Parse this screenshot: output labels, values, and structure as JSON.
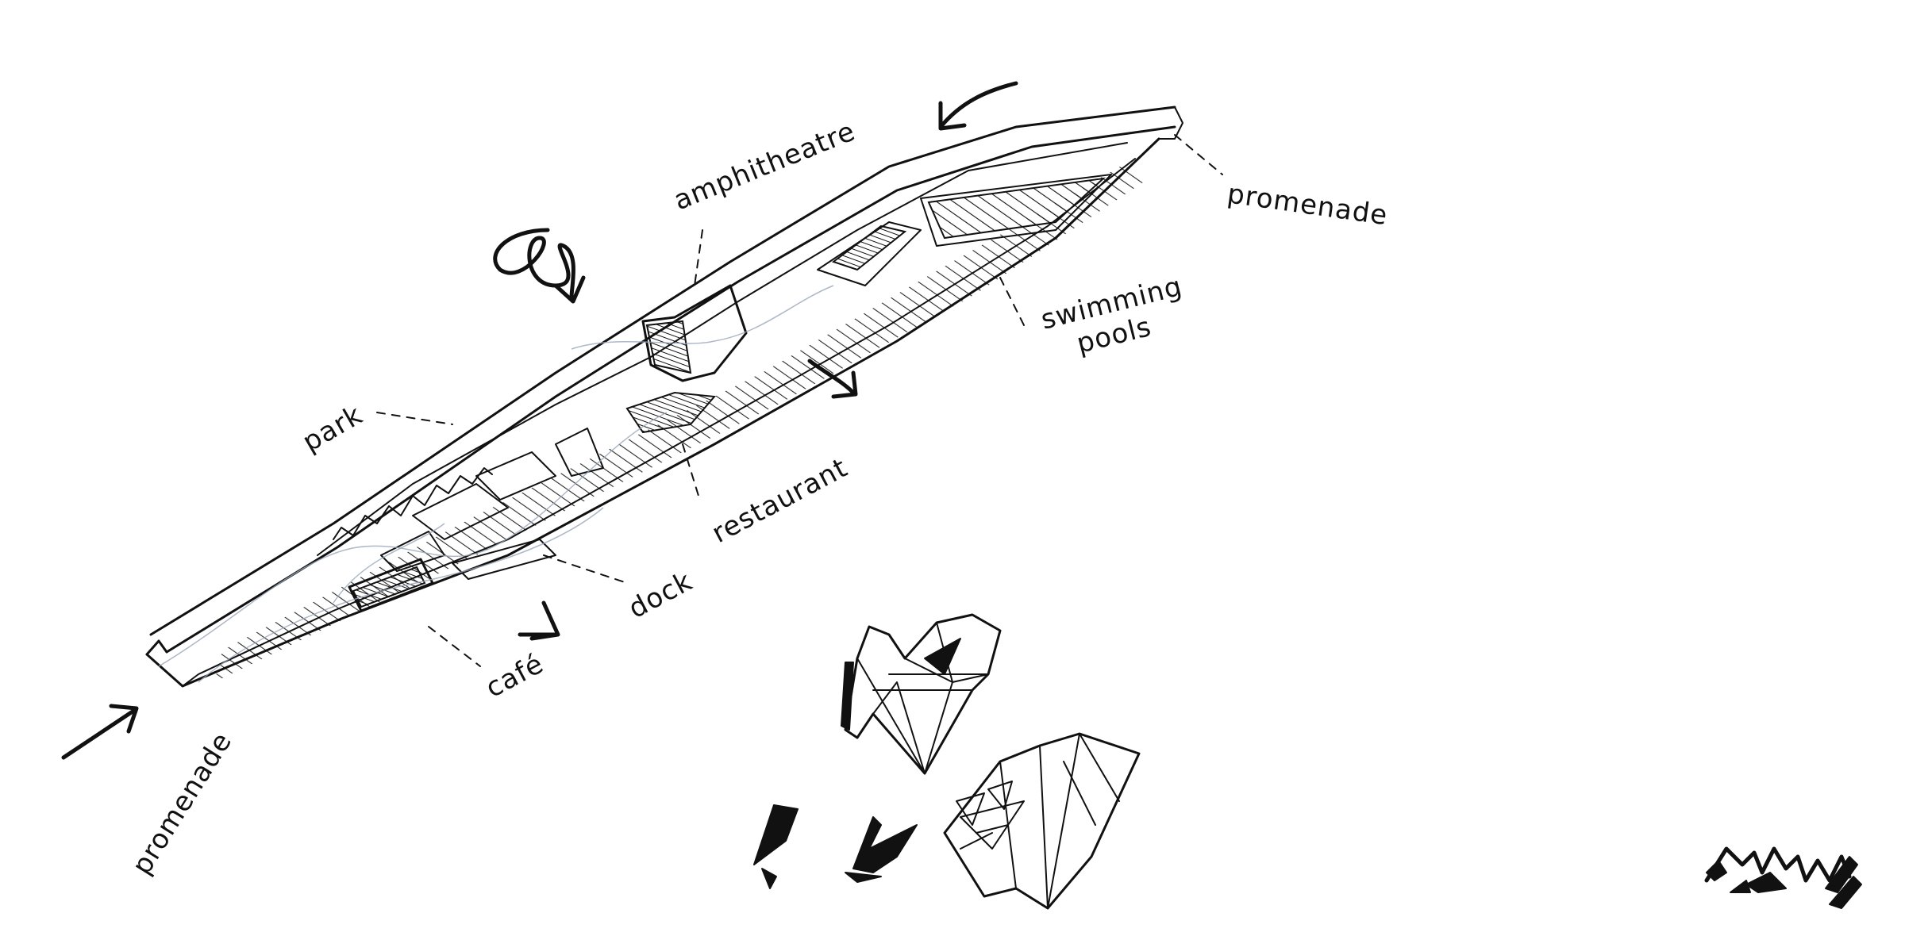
{
  "labels": {
    "amphitheatre": "amphitheatre",
    "promenade_top": "promenade",
    "promenade_bottom": "promenade",
    "swimming": "swimming",
    "pools": "pools",
    "park": "park",
    "restaurant": "restaurant",
    "dock": "dock",
    "cafe": "café"
  },
  "icons": {
    "flow_arrows": "arrow-icon",
    "wind": "wind-squiggle-icon",
    "crystal_motifs": "crystal-shard-icon",
    "signature": "signature-mark"
  },
  "colors": {
    "ink": "#111111",
    "pencil": "#9aa6b8",
    "paper": "#ffffff"
  }
}
